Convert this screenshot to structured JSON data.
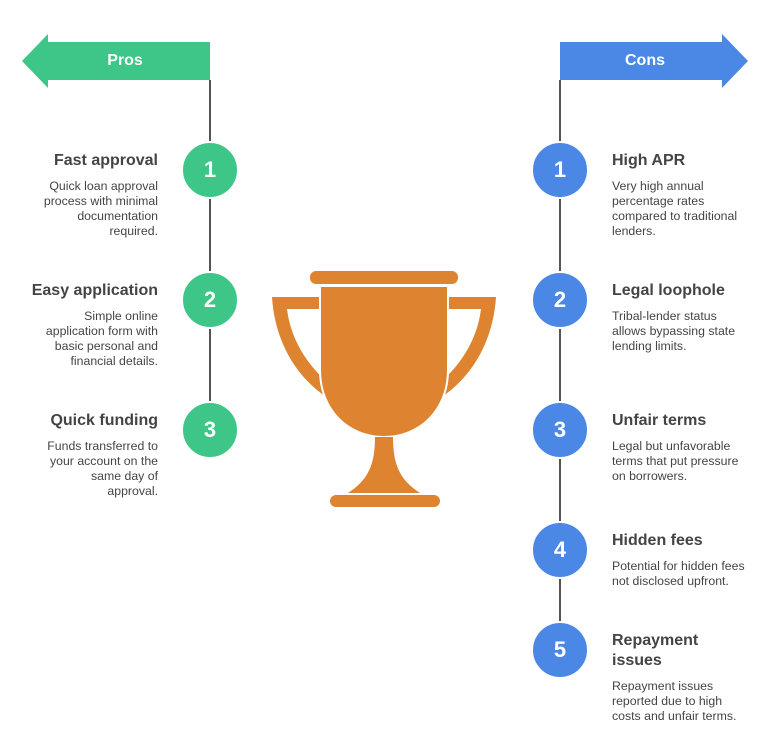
{
  "colors": {
    "pros": "#3DC687",
    "cons": "#4B88E6",
    "trophy": "#DE8431"
  },
  "pros": {
    "label": "Pros",
    "items": [
      {
        "num": "1",
        "title": "Fast approval",
        "desc": "Quick loan approval process with minimal documentation required."
      },
      {
        "num": "2",
        "title": "Easy application",
        "desc": "Simple online application form with basic personal and financial details."
      },
      {
        "num": "3",
        "title": "Quick funding",
        "desc": "Funds transferred to your account on the same day of approval."
      }
    ]
  },
  "cons": {
    "label": "Cons",
    "items": [
      {
        "num": "1",
        "title": "High APR",
        "desc": "Very high annual percentage rates compared to traditional lenders."
      },
      {
        "num": "2",
        "title": "Legal loophole",
        "desc": "Tribal-lender status allows bypassing state lending limits."
      },
      {
        "num": "3",
        "title": "Unfair terms",
        "desc": "Legal but unfavorable terms that put pressure on borrowers."
      },
      {
        "num": "4",
        "title": "Hidden fees",
        "desc": "Potential for hidden fees not disclosed upfront."
      },
      {
        "num": "5",
        "title": "Repayment issues",
        "desc": "Repayment issues reported due to high costs and unfair terms."
      }
    ]
  },
  "icon": "trophy-icon"
}
